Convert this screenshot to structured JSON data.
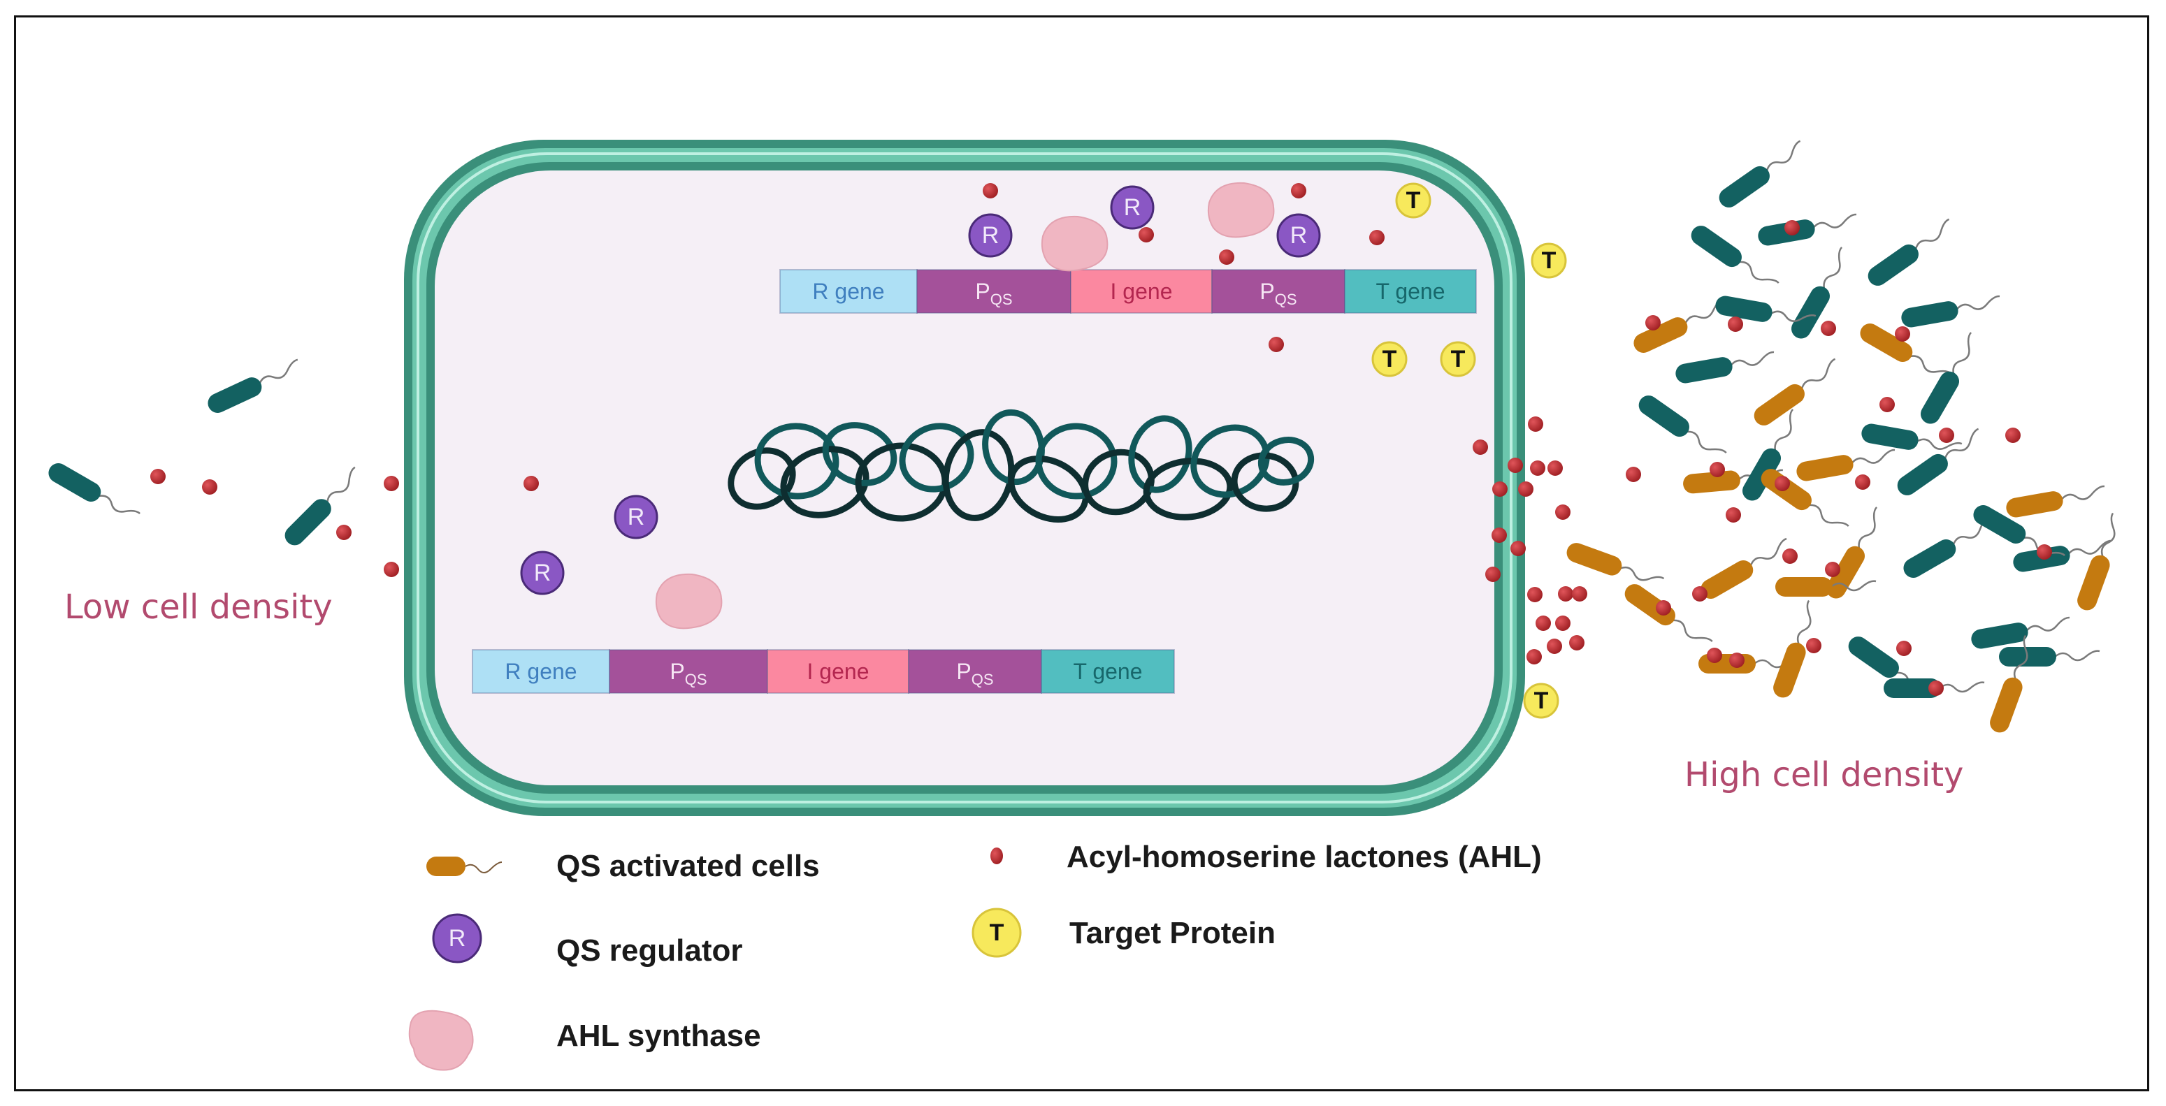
{
  "colors": {
    "frame": "#111111",
    "cell_wall_dark": "#3a8f7a",
    "cell_wall_light": "#6cc7ad",
    "cytoplasm": "#f5eff6",
    "dna_dark": "#0e2e30",
    "dna_teal": "#11585a",
    "inactive_cell": "#136161",
    "activated_cell": "#c47a10",
    "ahl": "#b8282a",
    "regulator": "#8a57c4",
    "regulator_stroke": "#4a2a78",
    "synthase": "#f0b6c2",
    "target": "#f7e95c",
    "target_stroke": "#d8c43a",
    "density_text": "#b24a6e"
  },
  "operon_top": {
    "segments": [
      {
        "label": "R gene",
        "fill": "#aee0f5",
        "text": "#3f7fbf"
      },
      {
        "label": "P",
        "sub": "QS",
        "fill": "#a4519a",
        "text": "#f6e6f4"
      },
      {
        "label": "I gene",
        "fill": "#fb88a0",
        "text": "#b3264f"
      },
      {
        "label": "P",
        "sub": "QS",
        "fill": "#a4519a",
        "text": "#f6e6f4"
      },
      {
        "label": "T gene",
        "fill": "#52bec0",
        "text": "#17676b"
      }
    ]
  },
  "operon_bottom": {
    "segments": [
      {
        "label": "R gene",
        "fill": "#aee0f5",
        "text": "#3f7fbf"
      },
      {
        "label": "P",
        "sub": "QS",
        "fill": "#a4519a",
        "text": "#f6e6f4"
      },
      {
        "label": "I gene",
        "fill": "#fb88a0",
        "text": "#b3264f"
      },
      {
        "label": "P",
        "sub": "QS",
        "fill": "#a4519a",
        "text": "#f6e6f4"
      },
      {
        "label": "T gene",
        "fill": "#52bec0",
        "text": "#17676b"
      }
    ]
  },
  "labels": {
    "low_density": "Low cell density",
    "high_density": "High cell density",
    "regulator_letter": "R",
    "target_letter": "T"
  },
  "legend": {
    "items": [
      {
        "key": "activated",
        "label": "QS activated cells"
      },
      {
        "key": "regulator",
        "label": "QS regulator"
      },
      {
        "key": "synthase",
        "label": "AHL synthase"
      },
      {
        "key": "ahl",
        "label": "Acyl-homoserine lactones (AHL)"
      },
      {
        "key": "target",
        "label": "Target Protein"
      }
    ]
  }
}
